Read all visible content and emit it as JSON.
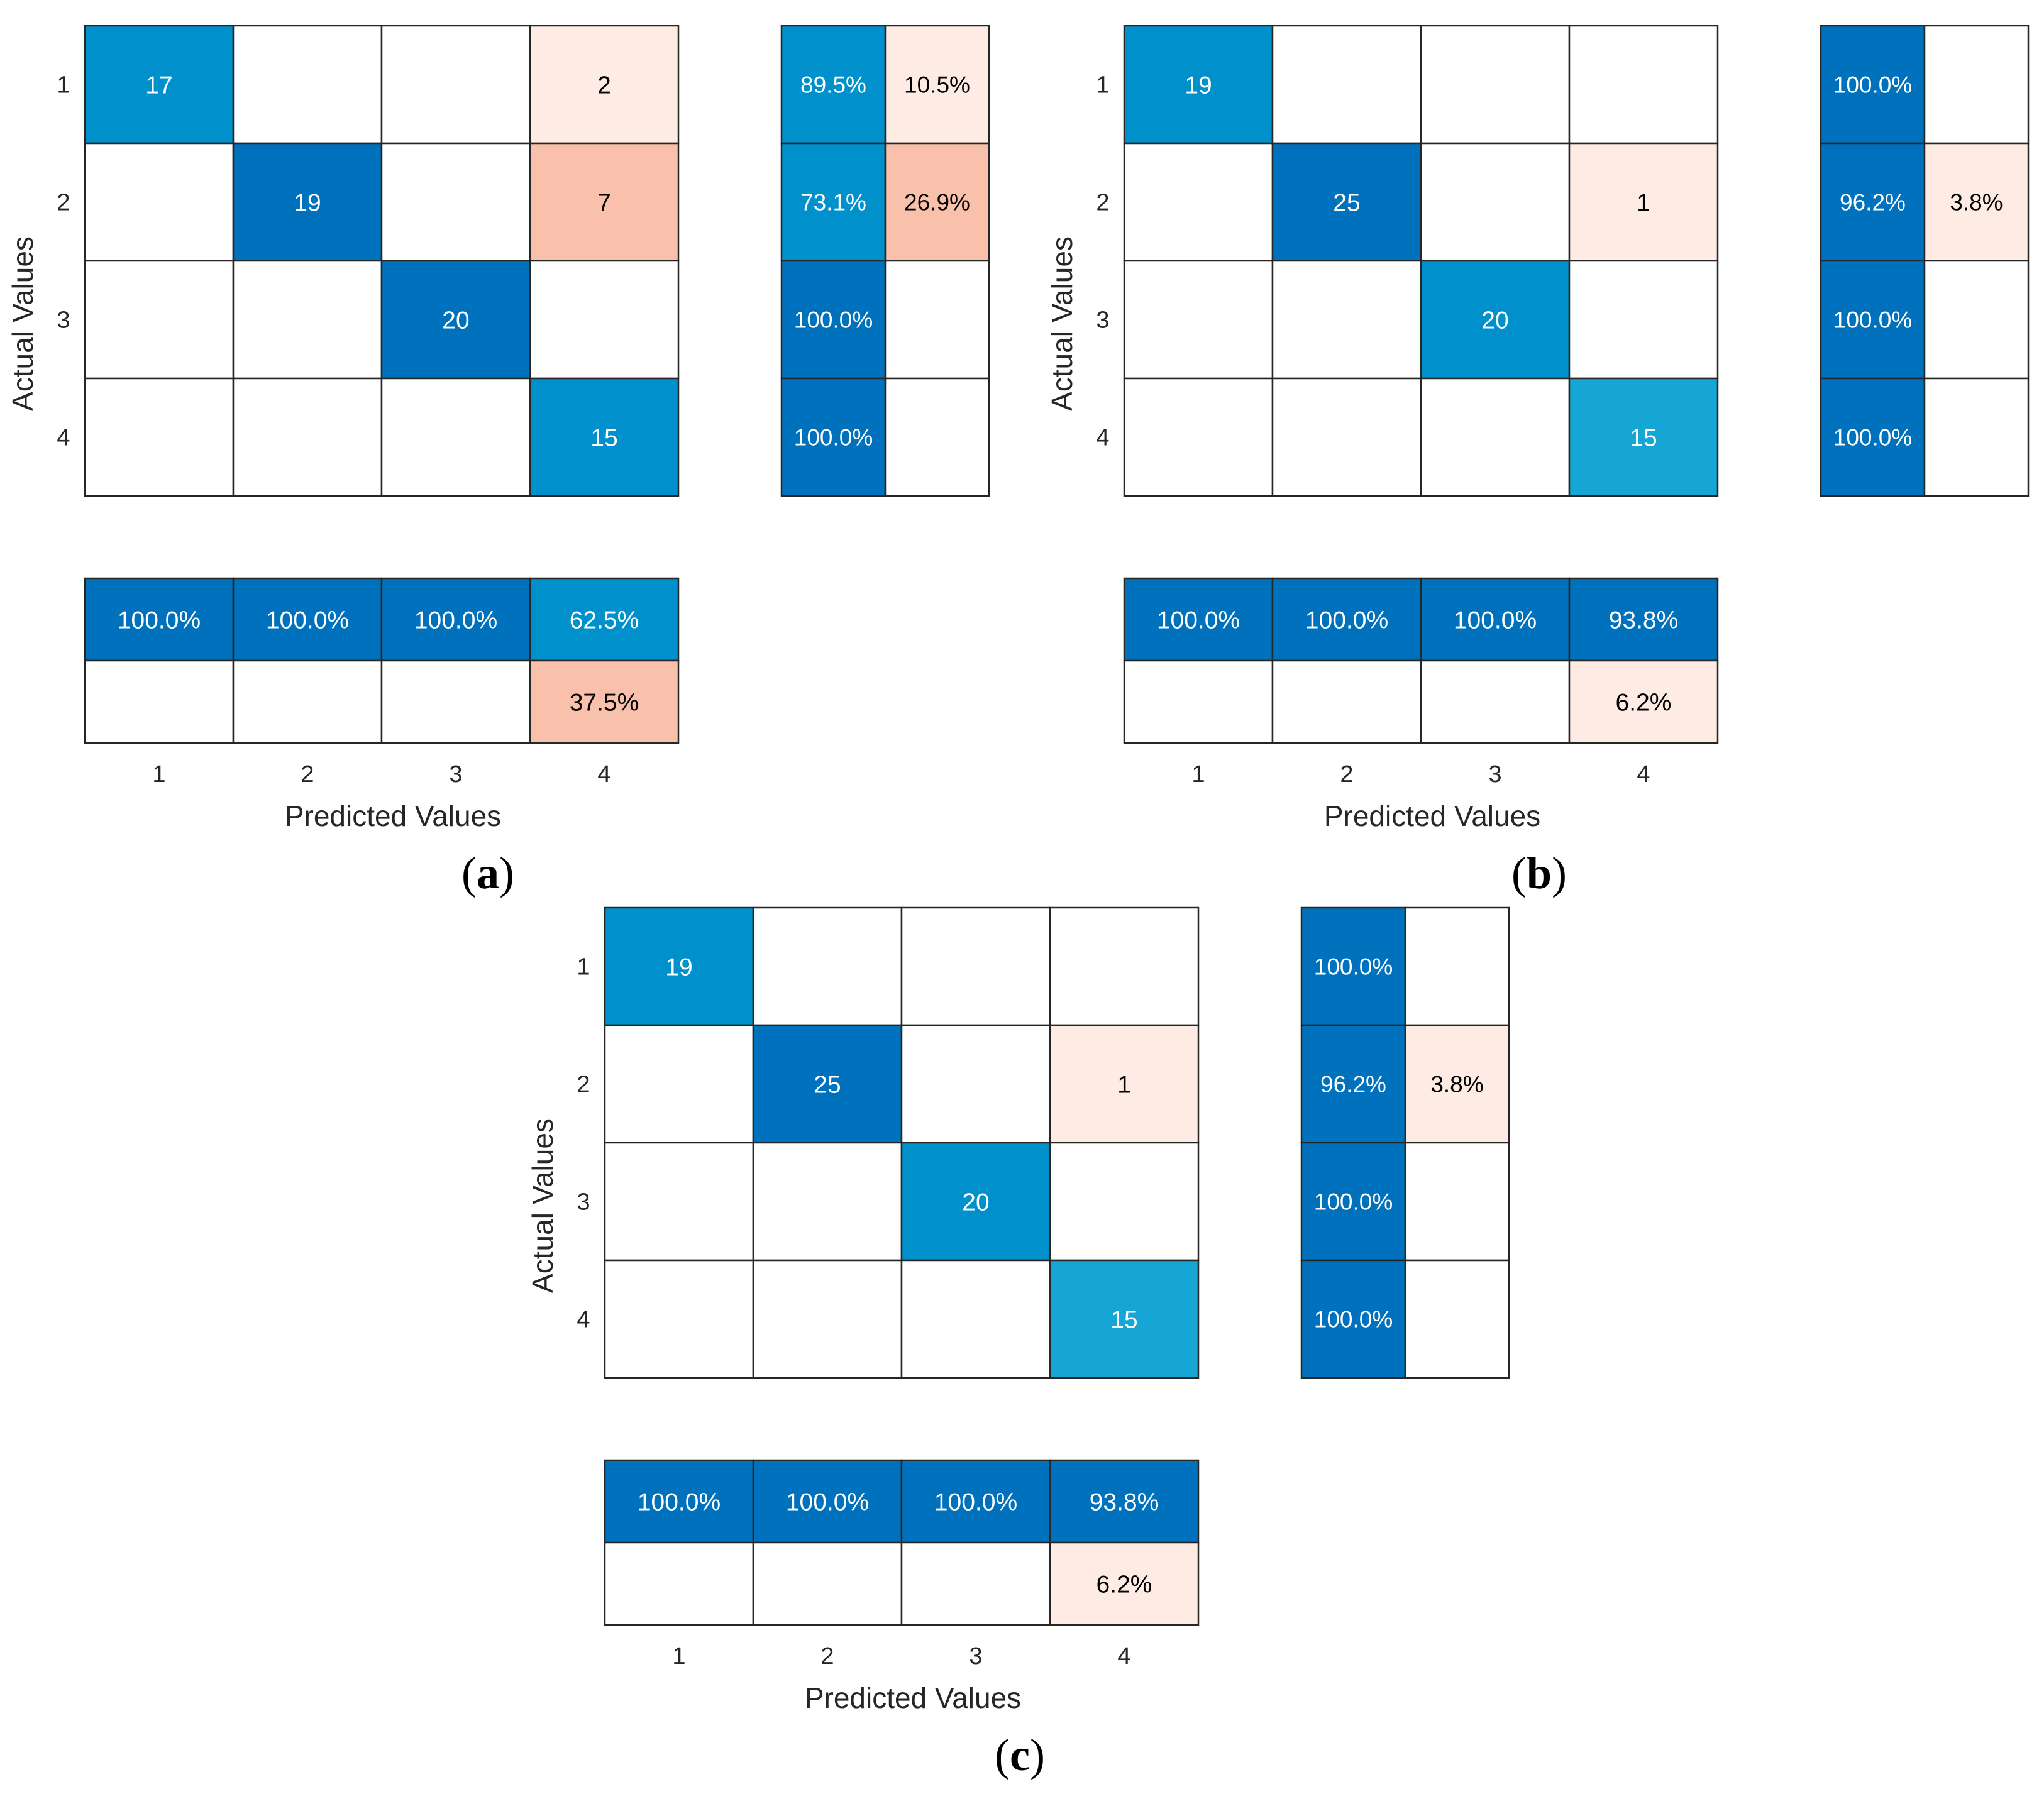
{
  "colors": {
    "grid": "#262626",
    "blue_dark": "#0072bd",
    "blue_mid": "#0091cc",
    "blue_light": "#16a6d6",
    "salmon_light": "#fdebe4",
    "salmon_mid": "#f9c0ab",
    "white": "#ffffff"
  },
  "chart_data": [
    {
      "type": "heatmap",
      "panel": "a",
      "caption_open": "(",
      "caption_letter": "a",
      "caption_close": ")",
      "xlabel": "Predicted Values",
      "ylabel": "Actual Values",
      "row_ticks": [
        "1",
        "2",
        "3",
        "4"
      ],
      "col_ticks": [
        "1",
        "2",
        "3",
        "4"
      ],
      "matrix": [
        [
          17,
          null,
          null,
          2
        ],
        [
          null,
          19,
          null,
          7
        ],
        [
          null,
          null,
          20,
          null
        ],
        [
          null,
          null,
          null,
          15
        ]
      ],
      "row_summary": [
        [
          "89.5%",
          "10.5%"
        ],
        [
          "73.1%",
          "26.9%"
        ],
        [
          "100.0%",
          ""
        ],
        [
          "100.0%",
          ""
        ]
      ],
      "col_summary": [
        [
          "100.0%",
          "100.0%",
          "100.0%",
          "62.5%"
        ],
        [
          "",
          "",
          "",
          "37.5%"
        ]
      ]
    },
    {
      "type": "heatmap",
      "panel": "b",
      "caption_open": "(",
      "caption_letter": "b",
      "caption_close": ")",
      "xlabel": "Predicted Values",
      "ylabel": "Actual Values",
      "row_ticks": [
        "1",
        "2",
        "3",
        "4"
      ],
      "col_ticks": [
        "1",
        "2",
        "3",
        "4"
      ],
      "matrix": [
        [
          19,
          null,
          null,
          null
        ],
        [
          null,
          25,
          null,
          1
        ],
        [
          null,
          null,
          20,
          null
        ],
        [
          null,
          null,
          null,
          15
        ]
      ],
      "row_summary": [
        [
          "100.0%",
          ""
        ],
        [
          "96.2%",
          "3.8%"
        ],
        [
          "100.0%",
          ""
        ],
        [
          "100.0%",
          ""
        ]
      ],
      "col_summary": [
        [
          "100.0%",
          "100.0%",
          "100.0%",
          "93.8%"
        ],
        [
          "",
          "",
          "",
          "6.2%"
        ]
      ]
    },
    {
      "type": "heatmap",
      "panel": "c",
      "caption_open": "(",
      "caption_letter": "c",
      "caption_close": ")",
      "xlabel": "Predicted Values",
      "ylabel": "Actual Values",
      "row_ticks": [
        "1",
        "2",
        "3",
        "4"
      ],
      "col_ticks": [
        "1",
        "2",
        "3",
        "4"
      ],
      "matrix": [
        [
          19,
          null,
          null,
          null
        ],
        [
          null,
          25,
          null,
          1
        ],
        [
          null,
          null,
          20,
          null
        ],
        [
          null,
          null,
          null,
          15
        ]
      ],
      "row_summary": [
        [
          "100.0%",
          ""
        ],
        [
          "96.2%",
          "3.8%"
        ],
        [
          "100.0%",
          ""
        ],
        [
          "100.0%",
          ""
        ]
      ],
      "col_summary": [
        [
          "100.0%",
          "100.0%",
          "100.0%",
          "93.8%"
        ],
        [
          "",
          "",
          "",
          "6.2%"
        ]
      ]
    }
  ]
}
